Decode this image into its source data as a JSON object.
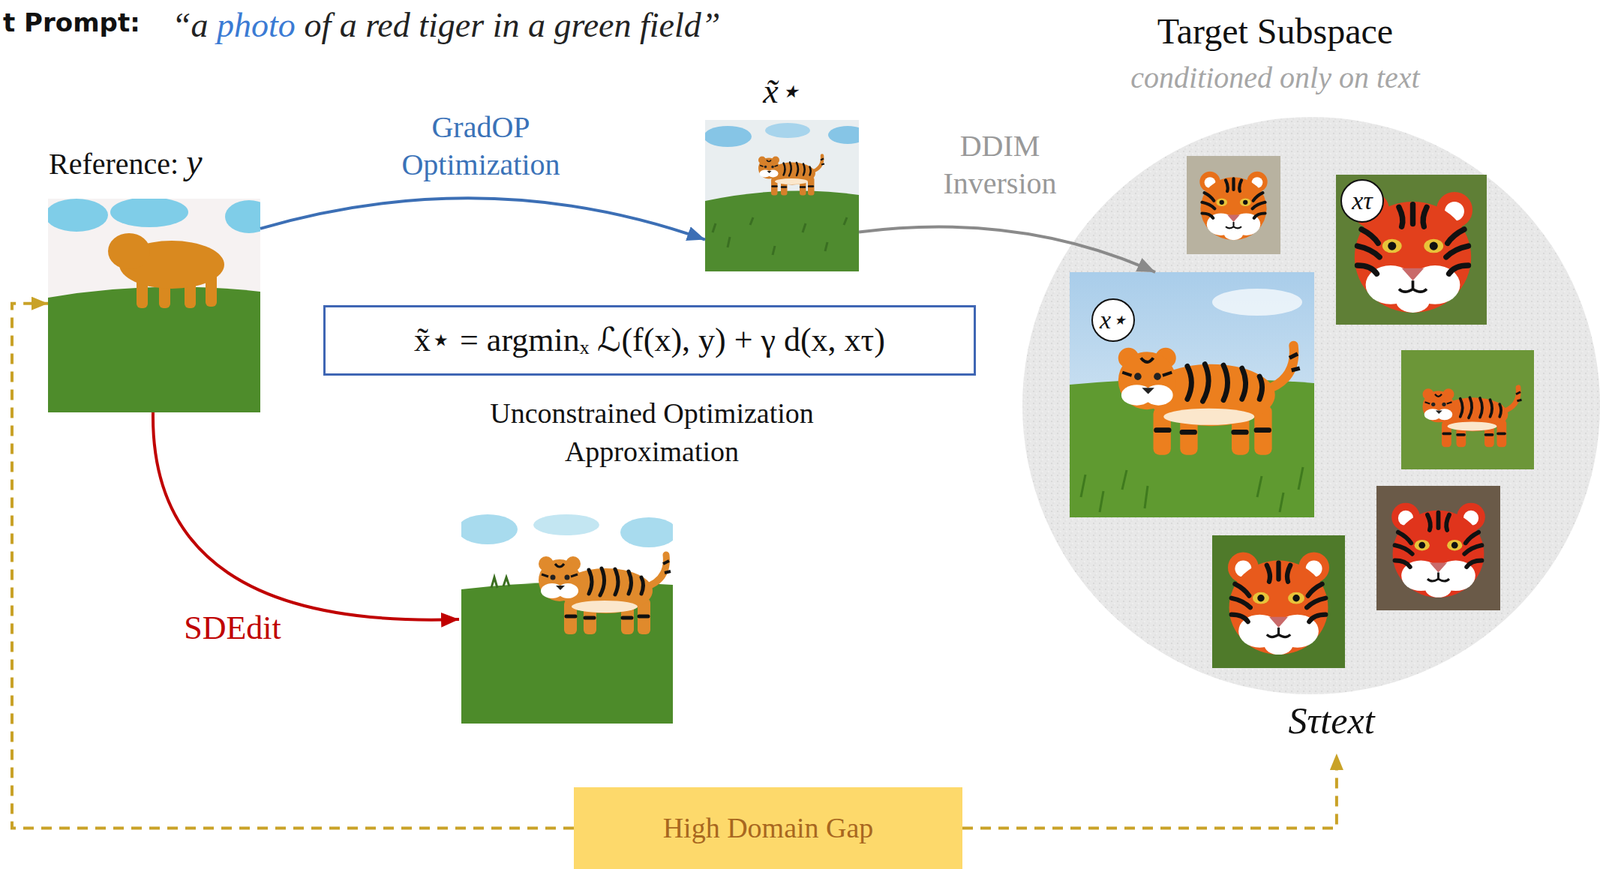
{
  "diagram": {
    "nodes": [
      {
        "text": [
          "Reference: y"
        ]
      },
      {
        "text": [
          "x̃⋆"
        ]
      },
      {
        "text": [
          "x̃⋆ = argminₓ ℒ(f(x), y) + γ d(x, xτ)",
          "Unconstrained Optimization Approximation"
        ]
      },
      {
        "text": [
          "Target Subspace",
          "conditioned only on text",
          "Sτtext"
        ]
      },
      {
        "text": [
          "x⋆"
        ],
        "in": 3
      },
      {
        "text": [
          "xτ"
        ],
        "in": 3
      },
      {
        "text": [
          "High Domain Gap"
        ]
      }
    ],
    "edges": [
      {
        "from": 0,
        "to": 1,
        "label": "GradOP Optimization",
        "arrow": "to"
      },
      {
        "from": 1,
        "to": 4,
        "label": "DDIM Inversion",
        "arrow": "to"
      },
      {
        "from": 6,
        "to": 0,
        "arrow": "to"
      },
      {
        "from": 6,
        "to": 3,
        "arrow": "to"
      }
    ],
    "labels": [
      "t Prompt:",
      "“a photo of a red tiger in a green field”",
      "SDEdit"
    ]
  }
}
